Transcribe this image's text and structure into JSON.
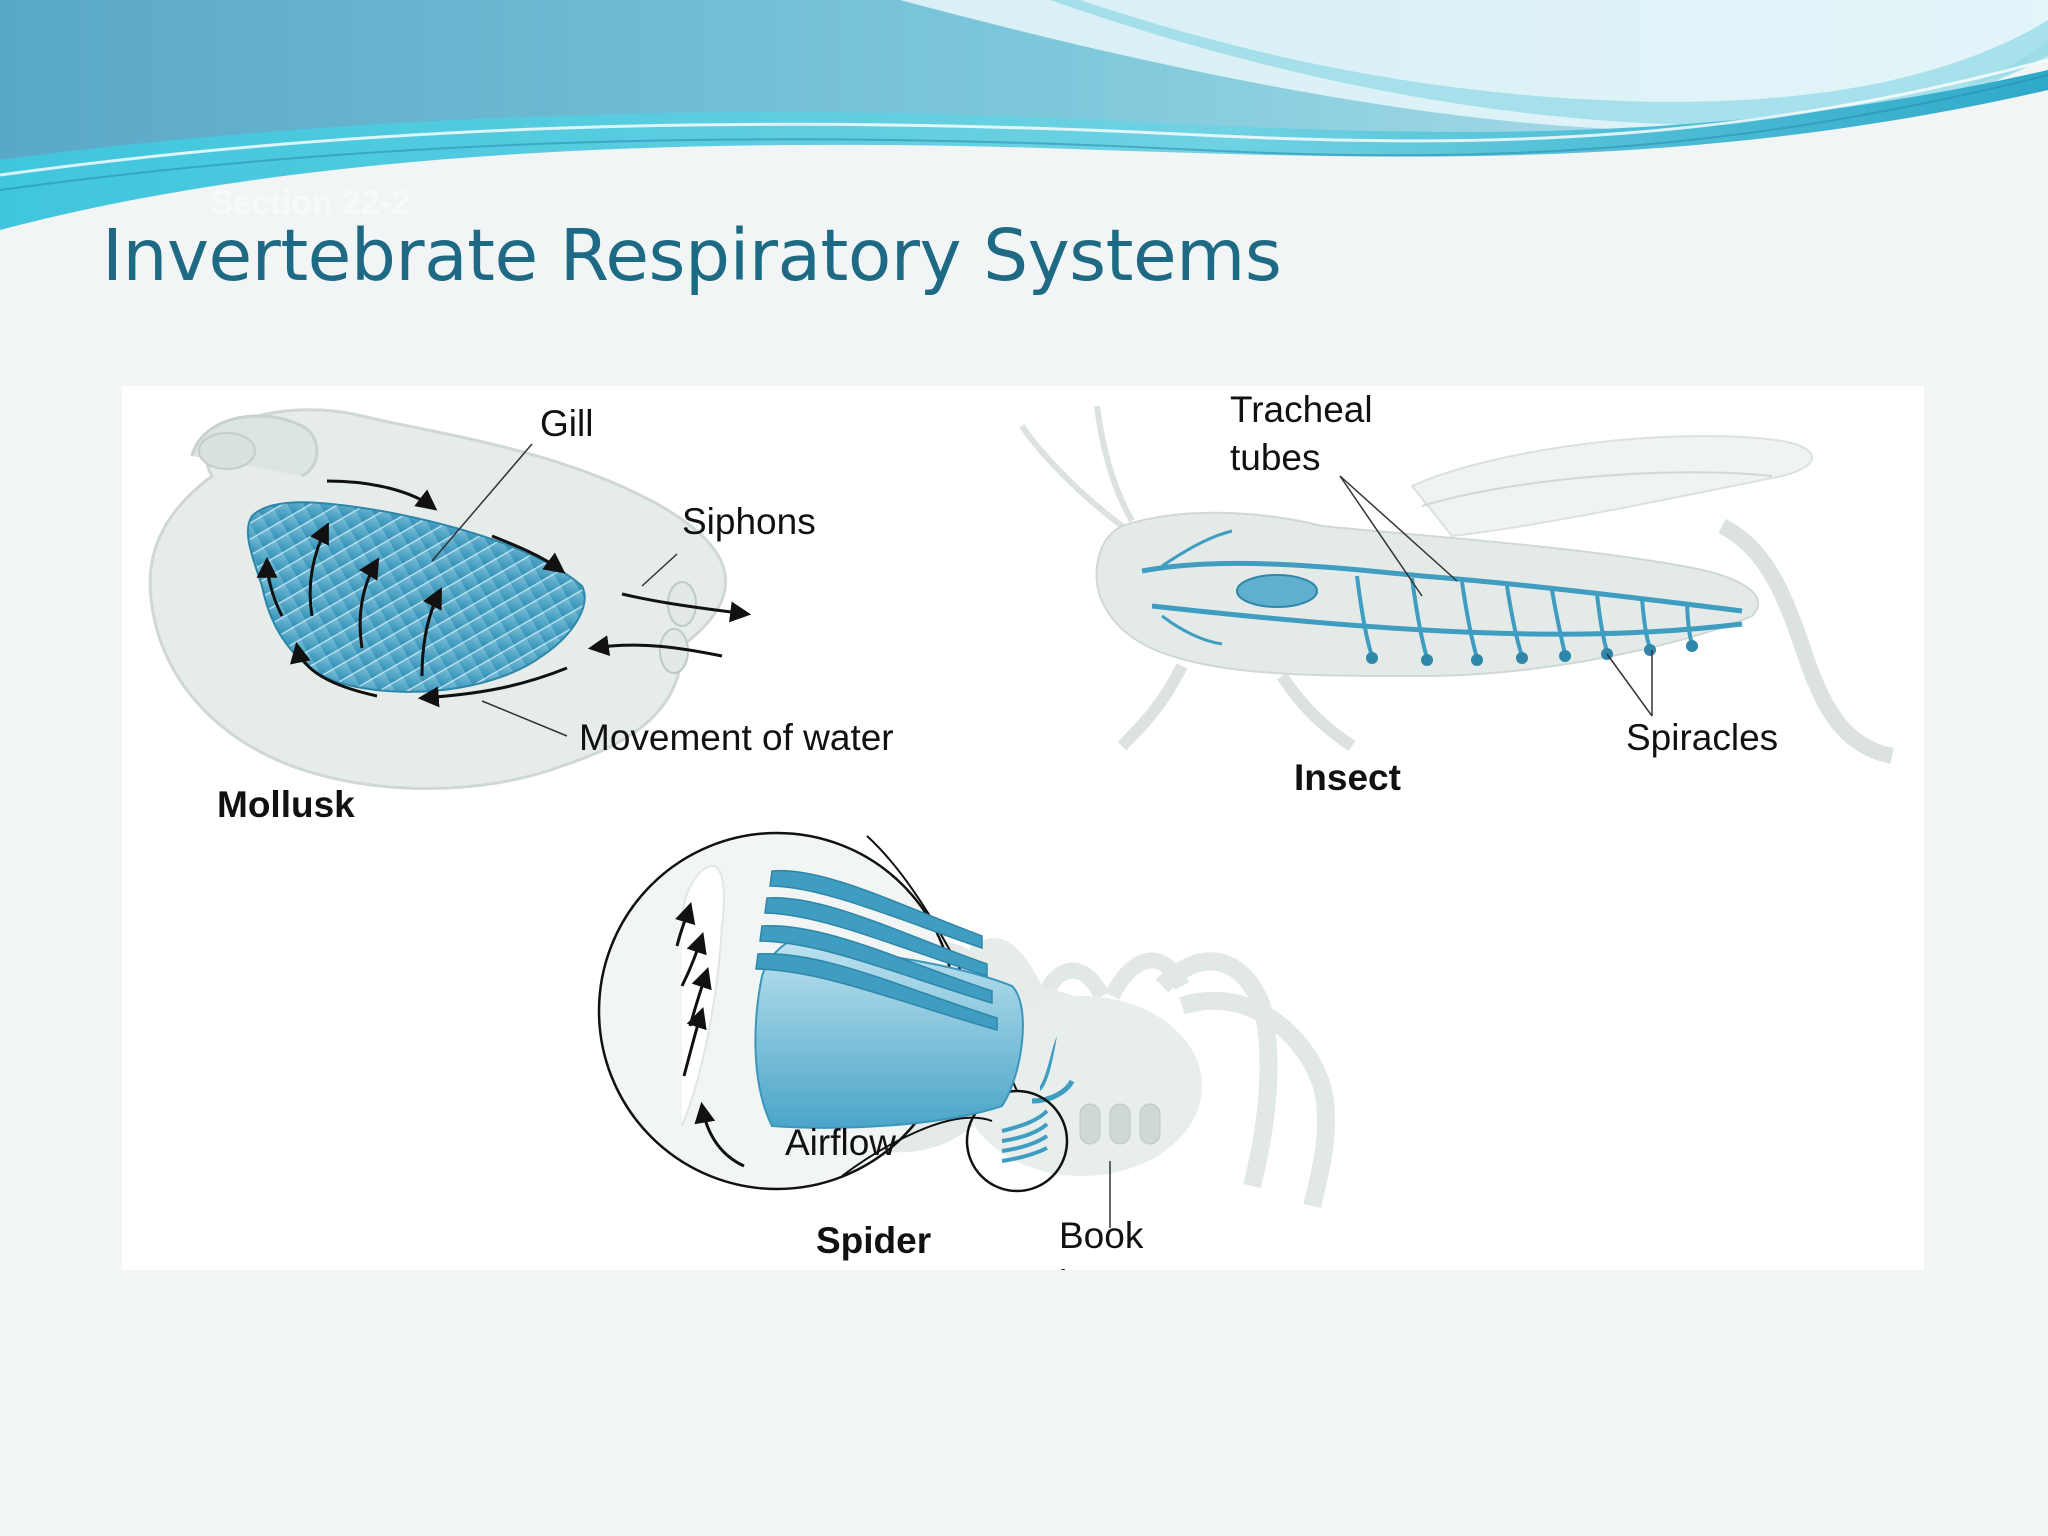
{
  "slide": {
    "section": "Section 22-2",
    "title": "Invertebrate Respiratory Systems"
  },
  "theme": {
    "title_color": "#1e6a84",
    "accent_blue": "#3f9dc1",
    "banner_teal": "#5bc6dc",
    "background": "#f1f5f6"
  },
  "figure": {
    "mollusk": {
      "name": "Mollusk",
      "labels": {
        "gill": "Gill",
        "siphons": "Siphons",
        "movement": "Movement of water"
      }
    },
    "insect": {
      "name": "Insect",
      "labels": {
        "tracheal_line1": "Tracheal",
        "tracheal_line2": "tubes",
        "spiracles": "Spiracles"
      }
    },
    "spider": {
      "name": "Spider",
      "labels": {
        "airflow": "Airflow",
        "book_line1": "Book",
        "book_line2": "lung"
      }
    }
  }
}
